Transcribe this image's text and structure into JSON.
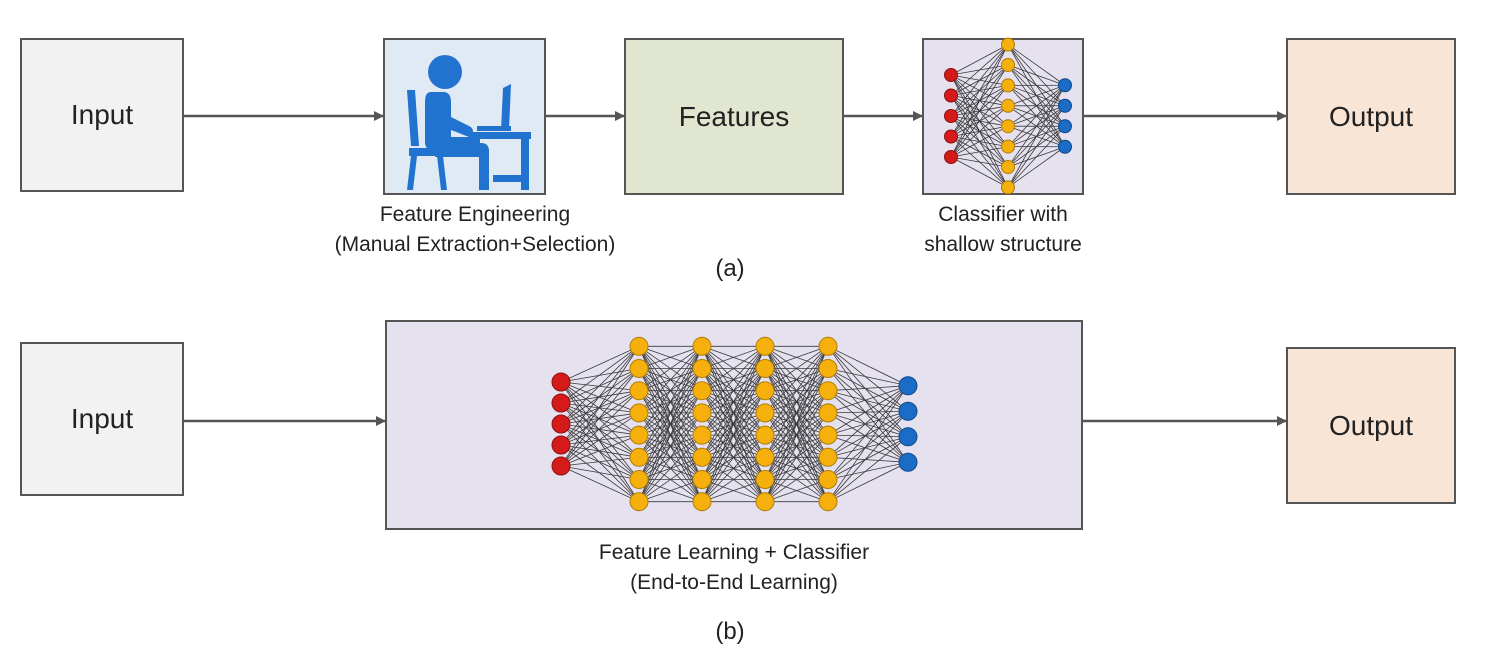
{
  "colors": {
    "input_fill": "#f2f2f2",
    "engineering_fill": "#dfeaf4",
    "features_fill": "#e1e6d0",
    "network_fill": "#e5e1ee",
    "output_fill": "#f8e5d6",
    "arrow": "#555555",
    "icon_person": "#2173cf",
    "neuron_input": "#d51a1a",
    "neuron_hidden": "#f5b00e",
    "neuron_output": "#1b6cc6"
  },
  "row_a": {
    "input_label": "Input",
    "engineering_caption_line1": "Feature Engineering",
    "engineering_caption_line2": "(Manual Extraction+Selection)",
    "features_label": "Features",
    "classifier_caption_line1": "Classifier with",
    "classifier_caption_line2": "shallow structure",
    "output_label": "Output",
    "sublabel": "(a)"
  },
  "row_b": {
    "input_label": "Input",
    "network_caption_line1": "Feature Learning + Classifier",
    "network_caption_line2": "(End-to-End Learning)",
    "output_label": "Output",
    "sublabel": "(b)"
  },
  "networks": {
    "shallow": {
      "layers": [
        5,
        8,
        4
      ]
    },
    "deep": {
      "layers": [
        5,
        8,
        8,
        8,
        8,
        4
      ]
    }
  }
}
